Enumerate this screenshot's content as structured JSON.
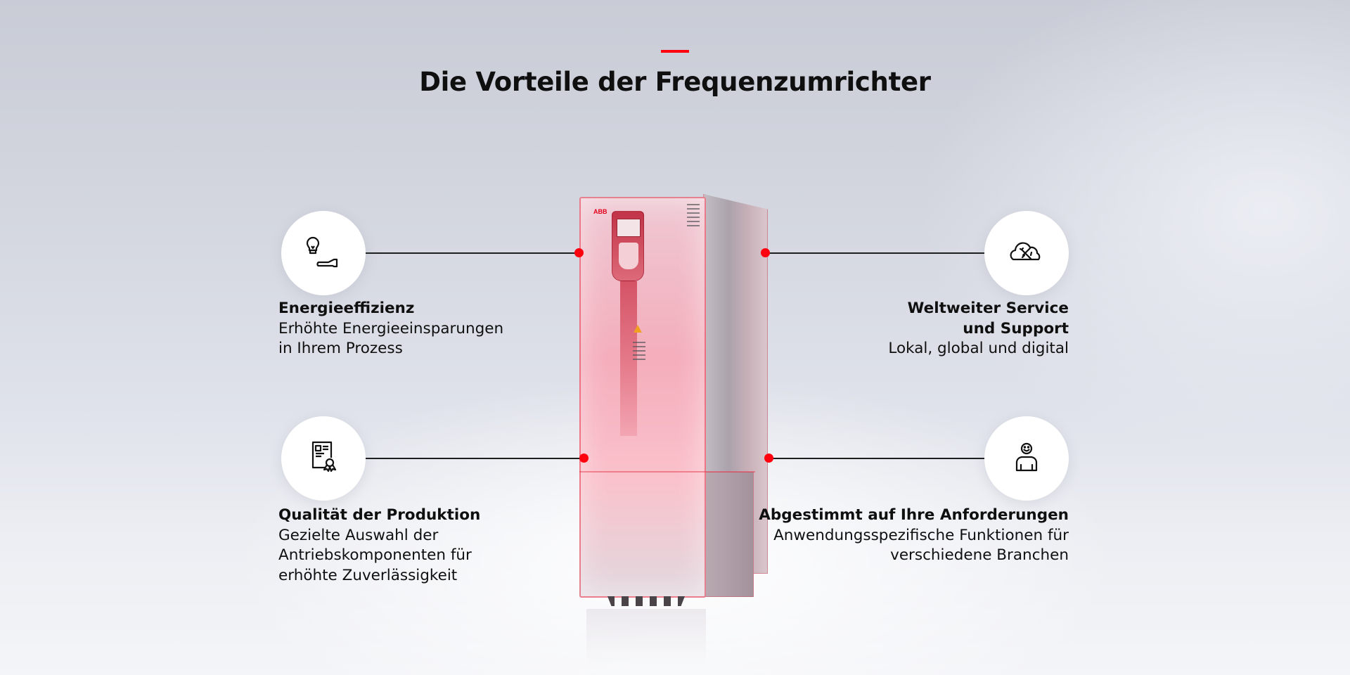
{
  "header": {
    "title": "Die Vorteile der Frequenzumrichter",
    "accent_color": "#ff000f"
  },
  "product": {
    "brand_logo": "ABB",
    "type": "frequency-converter-drive-image"
  },
  "features": [
    {
      "id": "energy",
      "icon": "lightbulb-hand-icon",
      "title": "Energieeffizienz",
      "description": "Erhöhte Energieeinsparungen\nin Ihrem Prozess",
      "side": "left"
    },
    {
      "id": "service",
      "icon": "cloud-tools-icon",
      "title": "Weltweiter Service\nund Support",
      "description": "Lokal, global und digital",
      "side": "right"
    },
    {
      "id": "quality",
      "icon": "certificate-award-icon",
      "title": "Qualität der Produktion",
      "description": "Gezielte Auswahl der\nAntriebskomponenten für\nerhöhte Zuverlässigkeit",
      "side": "left"
    },
    {
      "id": "custom",
      "icon": "person-smiley-icon",
      "title": "Abgestimmt auf Ihre Anforderungen",
      "description": "Anwendungsspezifische Funktionen für\nverschiedene Branchen",
      "side": "right"
    }
  ],
  "colors": {
    "dot": "#ff000f",
    "line": "#1e1e1e",
    "text": "#0f0f0f"
  }
}
